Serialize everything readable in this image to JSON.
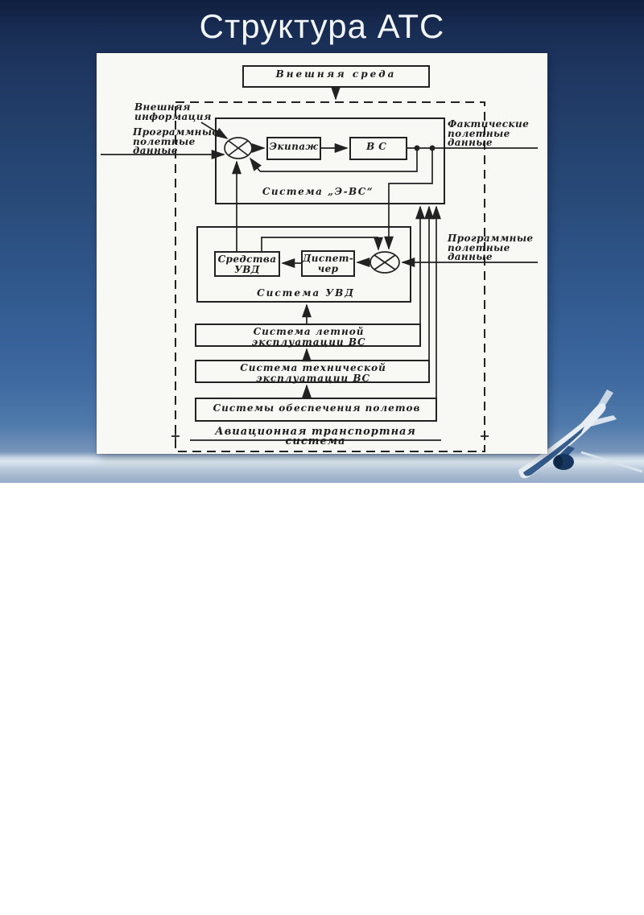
{
  "slide": {
    "title": "Структура АТС"
  },
  "colors": {
    "background_top": "#14244a",
    "background_mid": "#2b4f80",
    "background_bottom": "#4f7aab",
    "horizon_band": "#c7d4e4",
    "panel": "#f8f8f5",
    "ink": "#222222",
    "title_text": "#f2f6fb"
  },
  "diagram": {
    "environment_box": "Внешняя среда",
    "left_labels": {
      "external_information": "Внешняя\nинформация",
      "program_flight_data": "Программные\nполетные\nданные"
    },
    "right_labels": {
      "actual_flight_data": "Фактические\nполетные\nданные",
      "program_flight_data": "Программные\nполетные\nданные"
    },
    "evs_system": {
      "crew": "Экипаж",
      "aircraft": "ВС",
      "label": "Система „Э-ВС“"
    },
    "atc_system": {
      "means": "Средства\nУВД",
      "dispatcher": "Диспет-\nчер",
      "label": "Система УВД"
    },
    "support_boxes": {
      "flight_operation": "Система летной\nэксплуатации ВС",
      "technical_operation": "Система технической\nэксплуатации ВС",
      "flight_support": "Системы обеспечения полетов"
    },
    "system_label": "Авиационная транспортная система"
  }
}
